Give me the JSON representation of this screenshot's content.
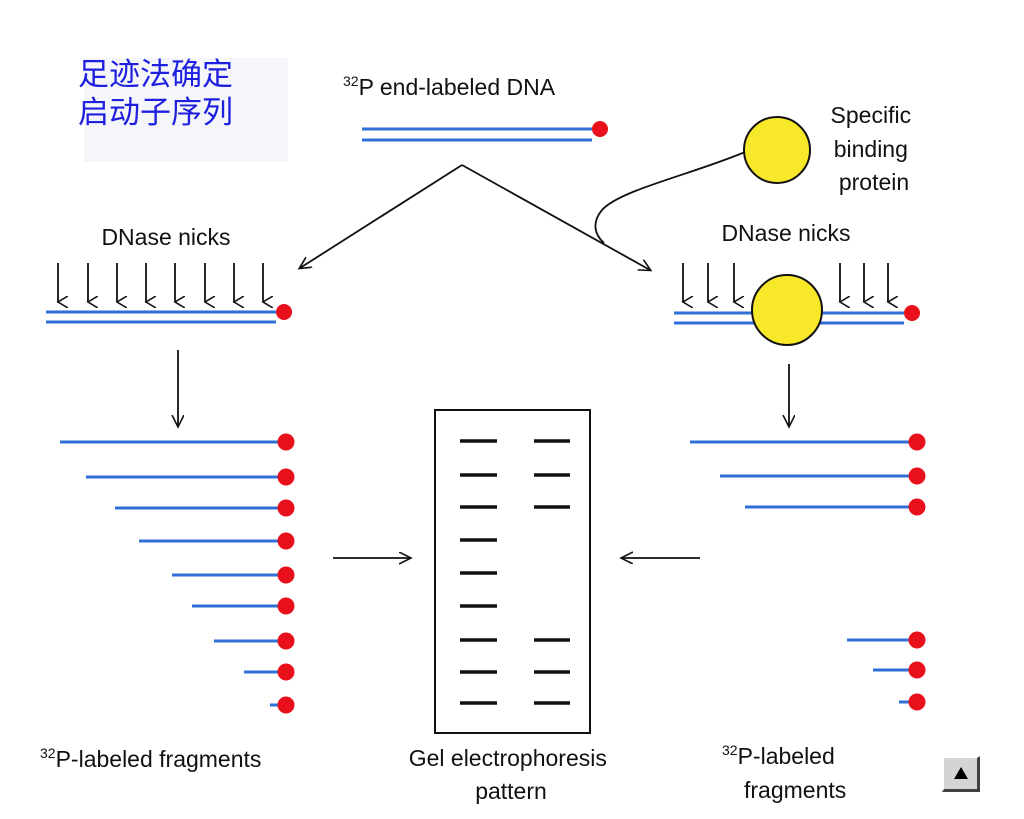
{
  "title": [
    "足迹法确定",
    "启动子序列"
  ],
  "labels": {
    "dna_top": "P end-labeled DNA",
    "dna_top_sup": "32",
    "protein": [
      "Specific",
      "binding",
      "protein"
    ],
    "dnase_left": "DNase nicks",
    "dnase_right": "DNase nicks",
    "frag_left": "P-labeled fragments",
    "frag_left_sup": "32",
    "gel": [
      "Gel electrophoresis",
      "pattern"
    ],
    "frag_right_line1": "P-labeled",
    "frag_right_sup": "32",
    "frag_right_line2": "fragments"
  },
  "colors": {
    "dna": "#2f6fd8",
    "label_dot": "#e8101a",
    "protein_fill": "#f7e82a",
    "title": "#1f1fe0",
    "band": "#111111"
  },
  "gel": {
    "lane1_bands": 9,
    "lane2_bands": [
      1,
      2,
      3,
      7,
      8,
      9
    ]
  },
  "nav": {
    "icon": "up-triangle-icon"
  }
}
